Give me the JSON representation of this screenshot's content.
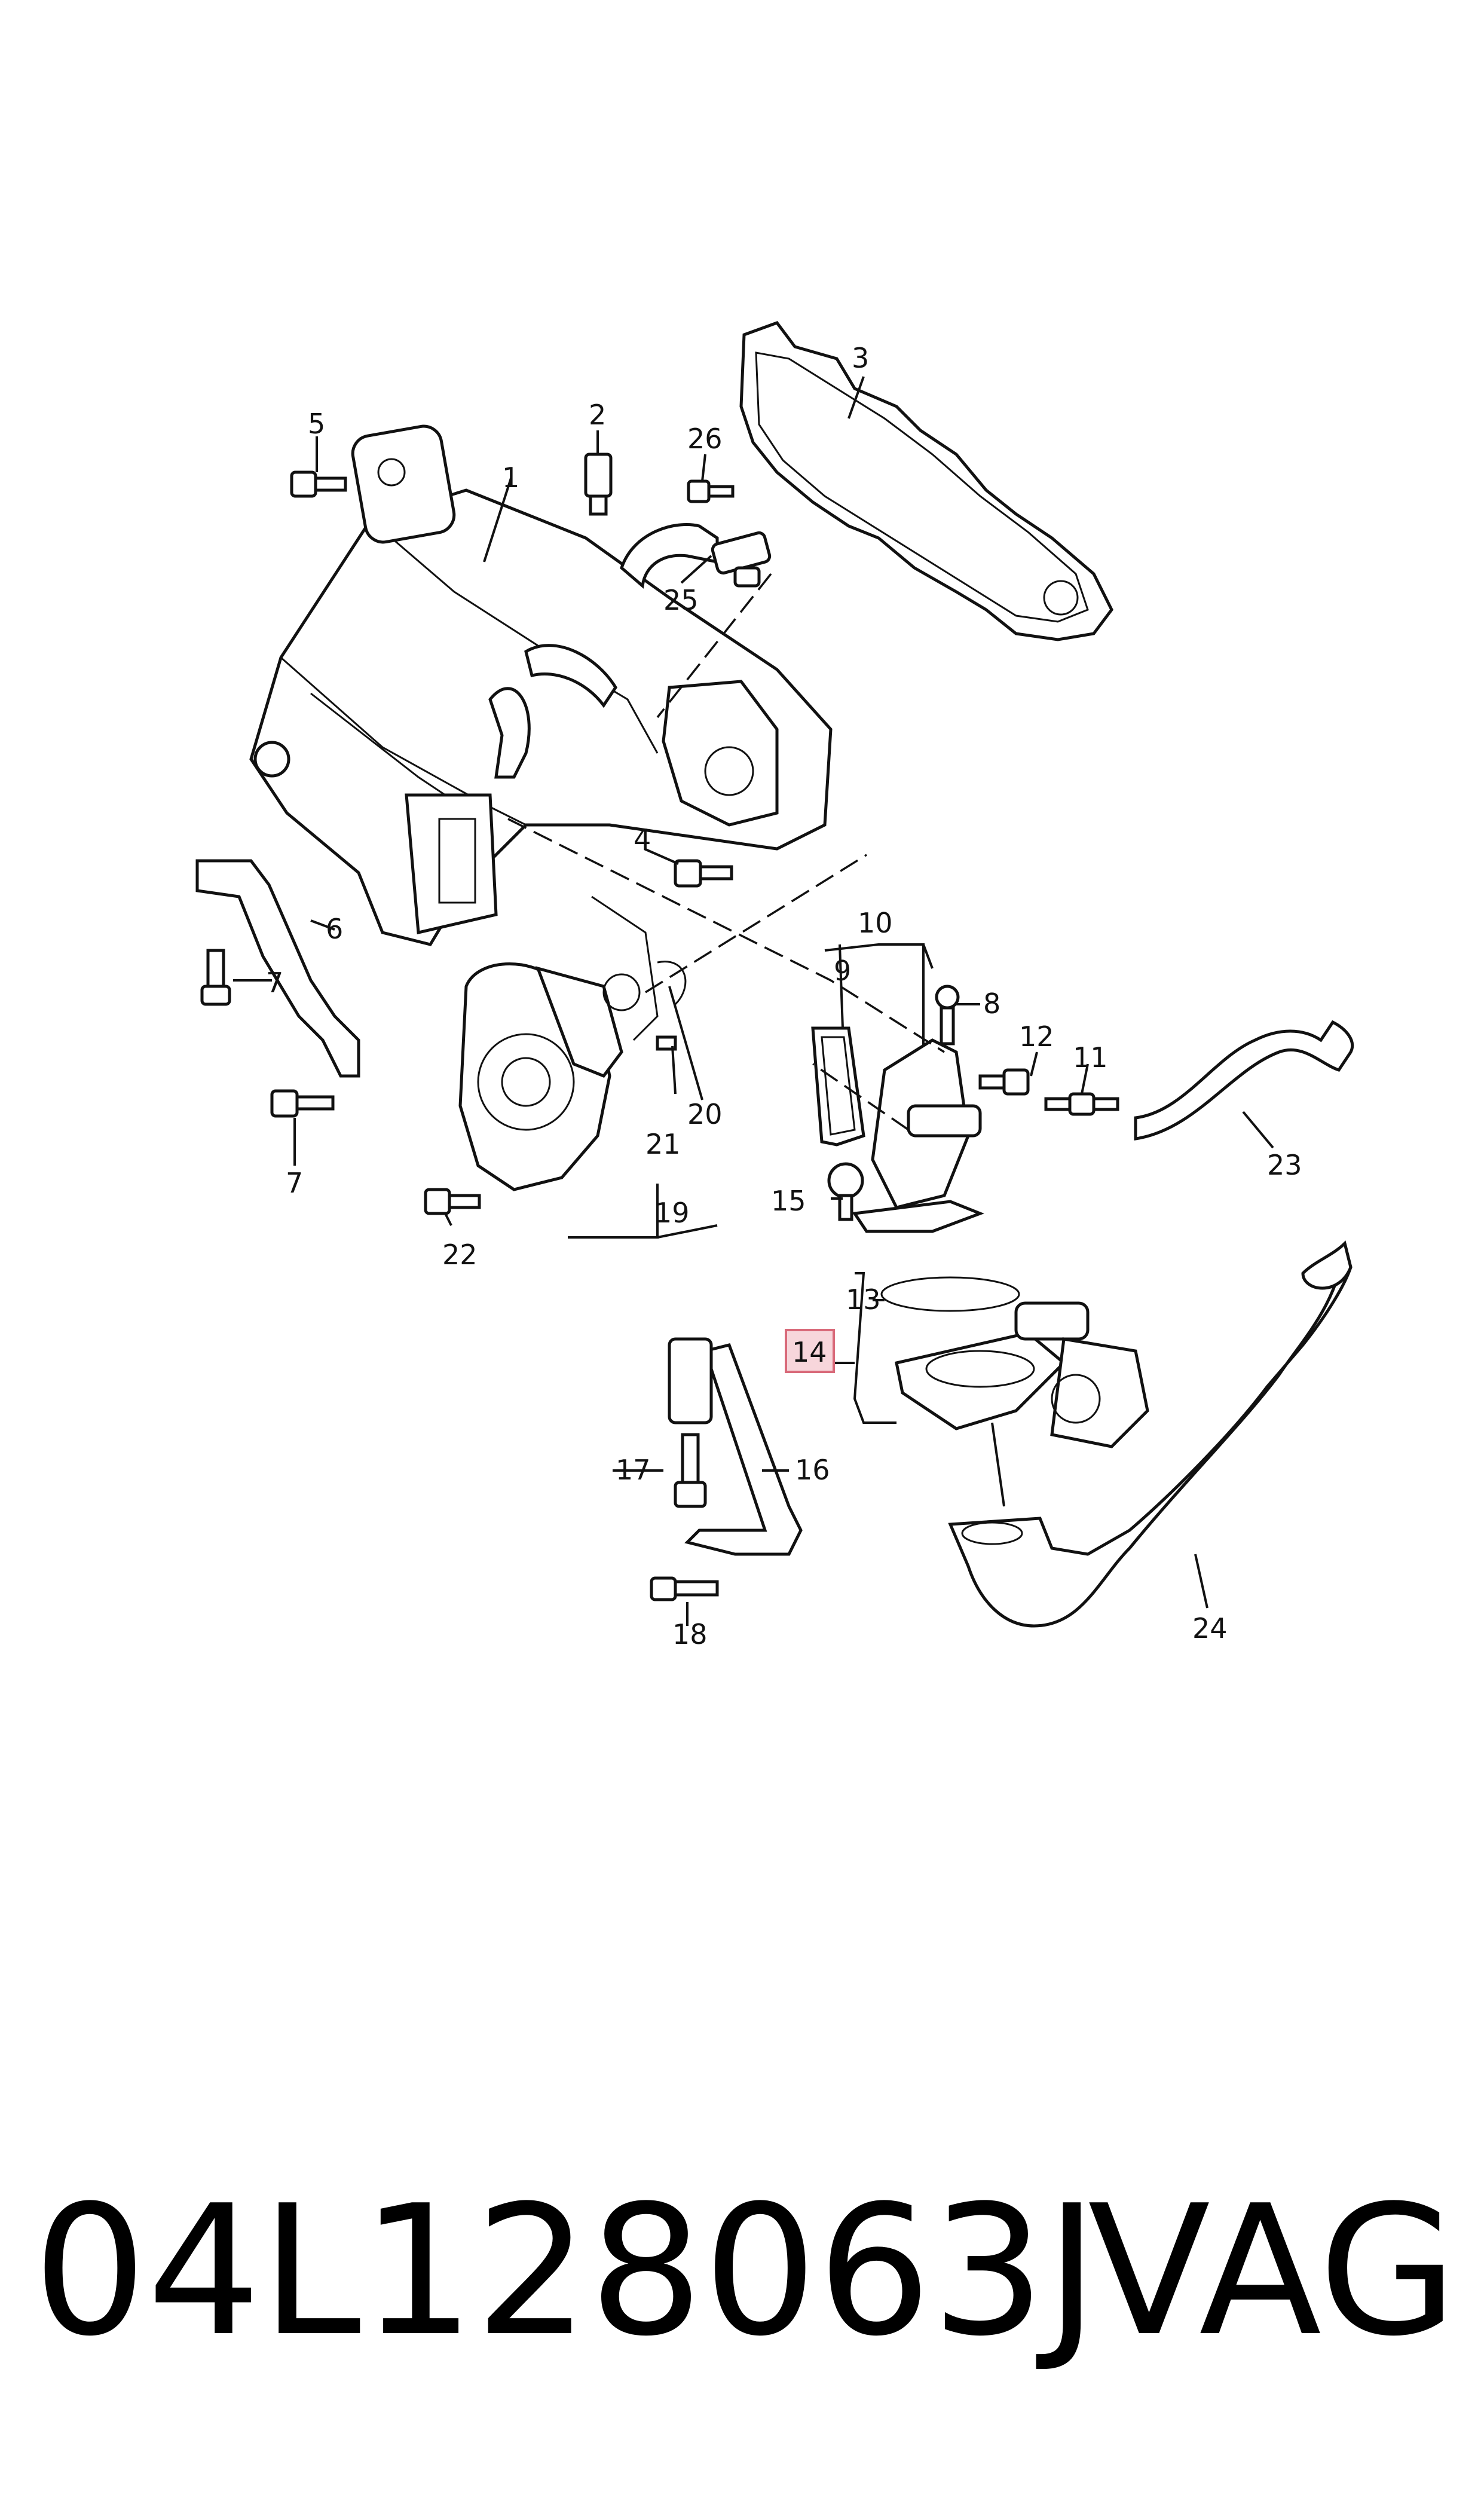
{
  "labels": [
    "1",
    "2",
    "3",
    "4",
    "5",
    "6",
    "7",
    "7",
    "8",
    "9",
    "10",
    "11",
    "12",
    "13",
    "14",
    "15",
    "16",
    "17",
    "18",
    "19",
    "20",
    "21",
    "22",
    "23",
    "24",
    "25",
    "26"
  ],
  "highlighted_label": "14",
  "footer": {
    "part_number": "04L128063J",
    "brand": "VAG"
  },
  "colors": {
    "highlight_fill": "#f7d6db",
    "highlight_stroke": "#d96a7a",
    "line": "#111111"
  }
}
